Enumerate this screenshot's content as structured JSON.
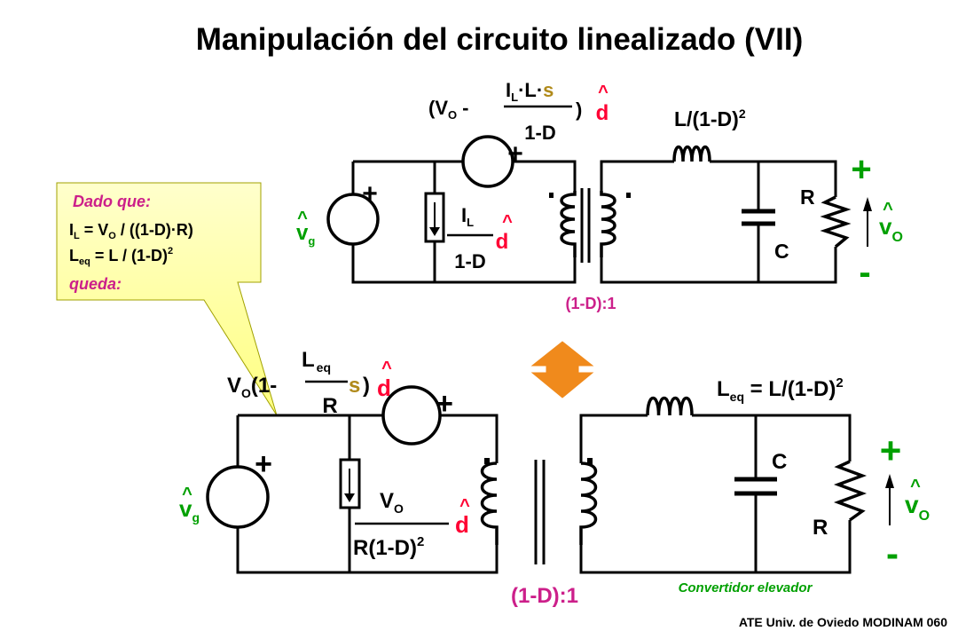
{
  "title": "Manipulación del circuito linealizado (VII)",
  "colors": {
    "red": "#ff0033",
    "green": "#00a000",
    "olive": "#b08a1a",
    "magenta": "#cc1f8a",
    "callout_bg": "#ffff99",
    "arrow": "#f08a1c",
    "wire": "#000000"
  },
  "top": {
    "src_label": {
      "open": "(V",
      "sub": "O",
      "minus": "-",
      "num_a": "I",
      "num_sub": "L",
      "num_b": "·L·",
      "num_s": "s",
      "close": ")",
      "den": "1-D"
    },
    "hat": "^",
    "d": "d",
    "inductor_label": {
      "base": "L/(1-D)",
      "sup": "2"
    },
    "cur_label": {
      "num": "I",
      "num_sub": "L",
      "den": "1-D"
    },
    "vg": {
      "base": "v",
      "sub": "g"
    },
    "plus": "+",
    "minus": "-",
    "R": "R",
    "C": "C",
    "vo": {
      "base": "v",
      "sub": "O"
    },
    "ratio": "(1-D):1"
  },
  "callout": {
    "line1": "Dado que:",
    "line2": {
      "a": "I",
      "a_sub": "L",
      "b": " = V",
      "b_sub": "O",
      "c": " / ((1-D)·R)"
    },
    "line3": {
      "a": "L",
      "a_sub": "eq",
      "b": " = L / (1-D)",
      "sup": "2"
    },
    "line4": "queda:"
  },
  "bottom": {
    "src_label": {
      "open": "V",
      "sub": "O",
      "paren": "(1-",
      "num": "L",
      "num_sub": "eq",
      "den": "R",
      "s": "s",
      "close": ")"
    },
    "hat": "^",
    "d": "d",
    "inductor_label": {
      "a": "L",
      "a_sub": "eq",
      "b": " = L/(1-D)",
      "sup": "2"
    },
    "cur_label": {
      "num": "V",
      "num_sub": "O",
      "den": "R(1-D)",
      "den_sup": "2"
    },
    "vg": {
      "base": "v",
      "sub": "g"
    },
    "plus": "+",
    "minus": "-",
    "R": "R",
    "C": "C",
    "vo": {
      "base": "v",
      "sub": "O"
    },
    "ratio": "(1-D):1"
  },
  "footer": {
    "converter": "Convertidor elevador",
    "credit": "ATE Univ. de Oviedo MODINAM 060"
  }
}
